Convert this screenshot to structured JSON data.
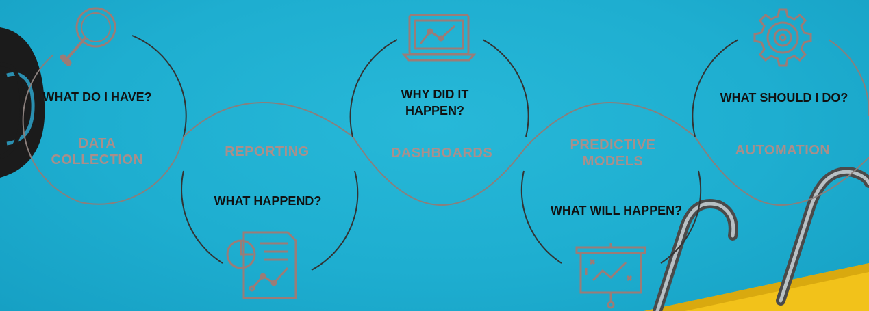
{
  "stages": [
    {
      "question": "WHAT DO I HAVE?",
      "stage": "DATA COLLECTION",
      "icon": "magnifier-icon"
    },
    {
      "question": "WHAT HAPPEND?",
      "stage": "REPORTING",
      "icon": "report-document-icon"
    },
    {
      "question": "WHY DID IT HAPPEN?",
      "stage": "DASHBOARDS",
      "icon": "laptop-chart-icon"
    },
    {
      "question": "WHAT WILL HAPPEN?",
      "stage": "PREDICTIVE MODELS",
      "icon": "presentation-board-icon"
    },
    {
      "question": "WHAT SHOULD I DO?",
      "stage": "AUTOMATION",
      "icon": "gear-target-icon"
    }
  ],
  "colors": {
    "background": "#1eaed0",
    "arc_dark": "#222222",
    "arc_light": "#8a7f7c",
    "icon": "#9b7c77",
    "stage_text": "#c3897e",
    "question_text": "#111111",
    "pool_deck": "#f2c21a"
  }
}
